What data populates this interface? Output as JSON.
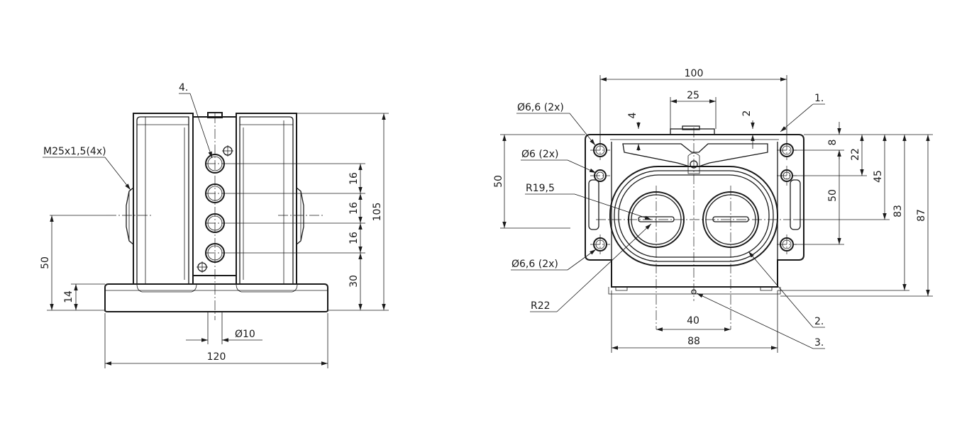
{
  "side_view": {
    "thread_label": "M25x1,5(4x)",
    "callout_4": "4.",
    "hole_spacing": [
      "16",
      "16",
      "16"
    ],
    "bottom_to_hole": "30",
    "total_height": "105",
    "center_height": "50",
    "base_height": "14",
    "hole_dia": "Ø10",
    "base_width": "120"
  },
  "front_view": {
    "width_top": "100",
    "slot_width": "25",
    "dim_4": "4",
    "dim_2": "2",
    "mount_hole_top": "Ø6,6 (2x)",
    "pin_hole": "Ø6 (2x)",
    "radius_inner": "R19,5",
    "mount_hole_bottom": "Ø6,6 (2x)",
    "radius_outer": "R22",
    "left_height": "50",
    "dim_8": "8",
    "dim_22": "22",
    "dim_50": "50",
    "dim_45": "45",
    "dim_83": "83",
    "dim_87": "87",
    "callout_1": "1.",
    "callout_2": "2.",
    "callout_3": "3.",
    "hole_center_distance": "40",
    "bottom_width": "88"
  }
}
